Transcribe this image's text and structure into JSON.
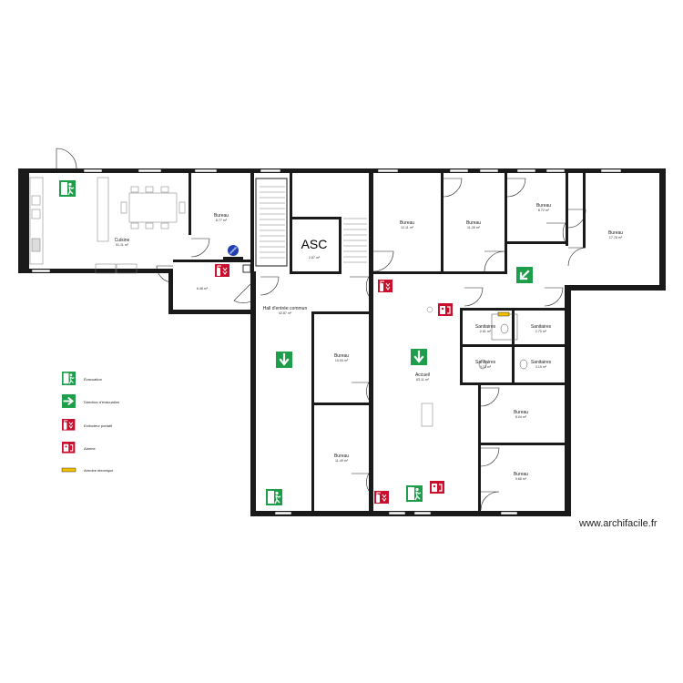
{
  "rooms": {
    "cuisine": {
      "name": "Cuisine",
      "area": "51.11 m²"
    },
    "bureau_1": {
      "name": "Bureau",
      "area": "8.77 m²"
    },
    "local_1": {
      "name": "",
      "area": "6.48 m²"
    },
    "asc": {
      "name": "ASC",
      "area": "2.87 m²"
    },
    "bureau_2": {
      "name": "Bureau",
      "area": "12.11 m²"
    },
    "bureau_3": {
      "name": "Bureau",
      "area": "11.28 m²"
    },
    "bureau_4": {
      "name": "Bureau",
      "area": "8.72 m²"
    },
    "bureau_5": {
      "name": "Bureau",
      "area": "17.78 m²"
    },
    "hall": {
      "name": "Hall d'entrée commun",
      "area": "42.87 m²"
    },
    "bureau_6": {
      "name": "Bureau",
      "area": "10.93 m²"
    },
    "bureau_7": {
      "name": "Bureau",
      "area": "11.49 m²"
    },
    "accueil": {
      "name": "Accueil",
      "area": "63.11 m²"
    },
    "sani_1": {
      "name": "Sanitaires",
      "area": "2.81 m²"
    },
    "sani_2": {
      "name": "Sanitaires",
      "area": "2.70 m²"
    },
    "sani_3": {
      "name": "Sanitaires",
      "area": "3.18 m²"
    },
    "sani_4": {
      "name": "Sanitaires",
      "area": "3.15 m²"
    },
    "bureau_8": {
      "name": "Bureau",
      "area": "8.04 m²"
    },
    "bureau_9": {
      "name": "Bureau",
      "area": "9.66 m²"
    }
  },
  "legend": [
    {
      "icon": "emergency-exit-icon",
      "label": "Évacuation"
    },
    {
      "icon": "evacuation-direction-icon",
      "label": "Direction d'évacuation"
    },
    {
      "icon": "fire-extinguisher-icon",
      "label": "Extincteur portatif"
    },
    {
      "icon": "fire-alarm-icon",
      "label": "Alarme"
    },
    {
      "icon": "electrical-cabinet-icon",
      "label": "Armoire électrique"
    }
  ],
  "watermark": "www.archifacile.fr",
  "colors": {
    "safety_green": "#1e9e4a",
    "fire_red": "#c8102e",
    "wall": "#1a1a1a",
    "electric_yellow": "#f2c200",
    "stair_blue": "#1f3fb0"
  }
}
